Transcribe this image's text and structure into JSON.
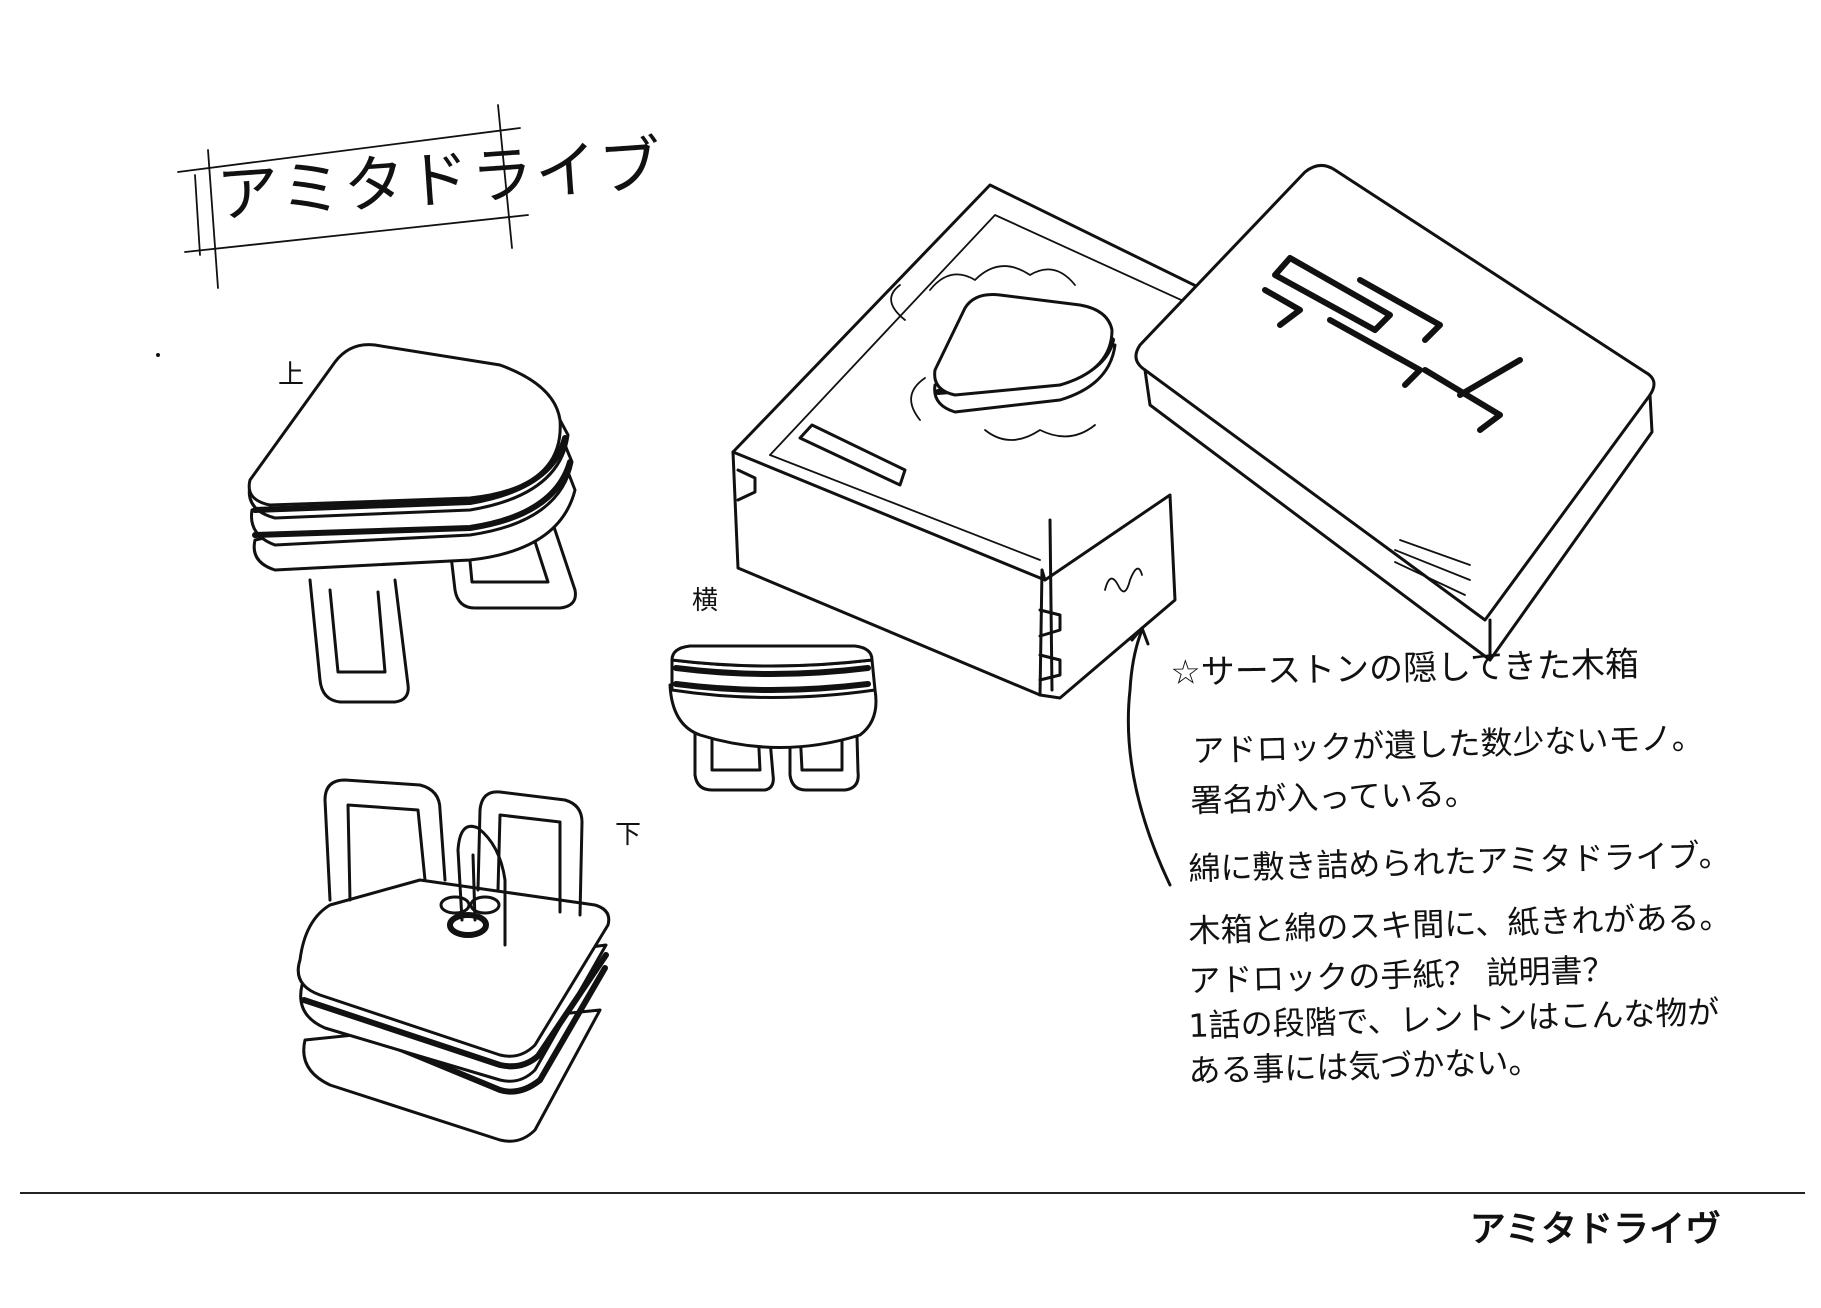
{
  "sheet": {
    "title": "アミタドライブ",
    "footer_title": "アミタドライヴ",
    "views": {
      "top": "上",
      "side": "横",
      "bottom": "下"
    },
    "box_lid_logo_alt": "box lid logo",
    "note_heading": "☆サーストンの隠してきた木箱",
    "note_lines": [
      "アドロックが遺した数少ないモノ。",
      "署名が入っている。",
      "綿に敷き詰められたアミタドライブ。",
      "木箱と綿のスキ間に、紙きれがある。",
      "アドロックの手紙？ 説明書？",
      "1話の段階で、レントンはこんな物が",
      "ある事には気づかない。"
    ]
  },
  "colors": {
    "ink": "#111111",
    "paper": "#ffffff"
  }
}
